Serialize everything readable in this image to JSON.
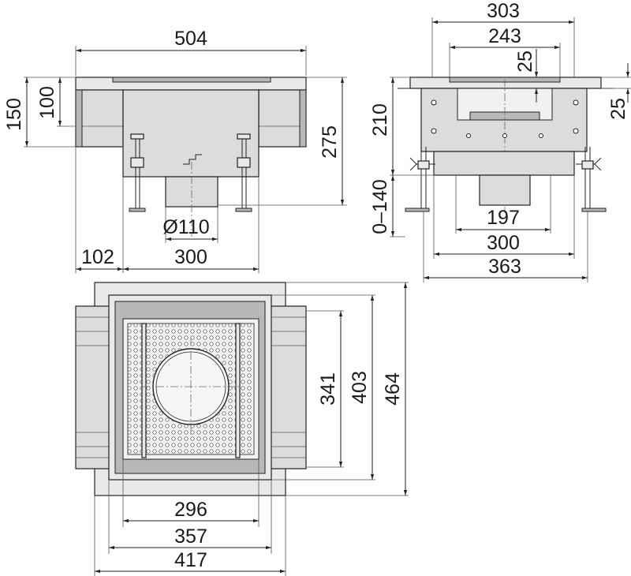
{
  "views": {
    "front": {
      "dims": {
        "width_total": "504",
        "height_outer": "150",
        "height_inner": "100",
        "height_total": "275",
        "outlet_diameter": "Ø110",
        "offset": "102",
        "body_width": "300"
      }
    },
    "side": {
      "dims": {
        "flange_width": "303",
        "inner_width": "243",
        "depth_small": "25",
        "flange_thickness": "25",
        "body_height": "210",
        "foot_adjust": "0–140",
        "outlet_width": "197",
        "body_width": "300",
        "feet_span": "363"
      }
    },
    "top": {
      "dims": {
        "grate_width": "296",
        "frame_width": "357",
        "outer_width": "417",
        "grate_height": "341",
        "frame_height": "403",
        "outer_height": "464"
      }
    }
  }
}
